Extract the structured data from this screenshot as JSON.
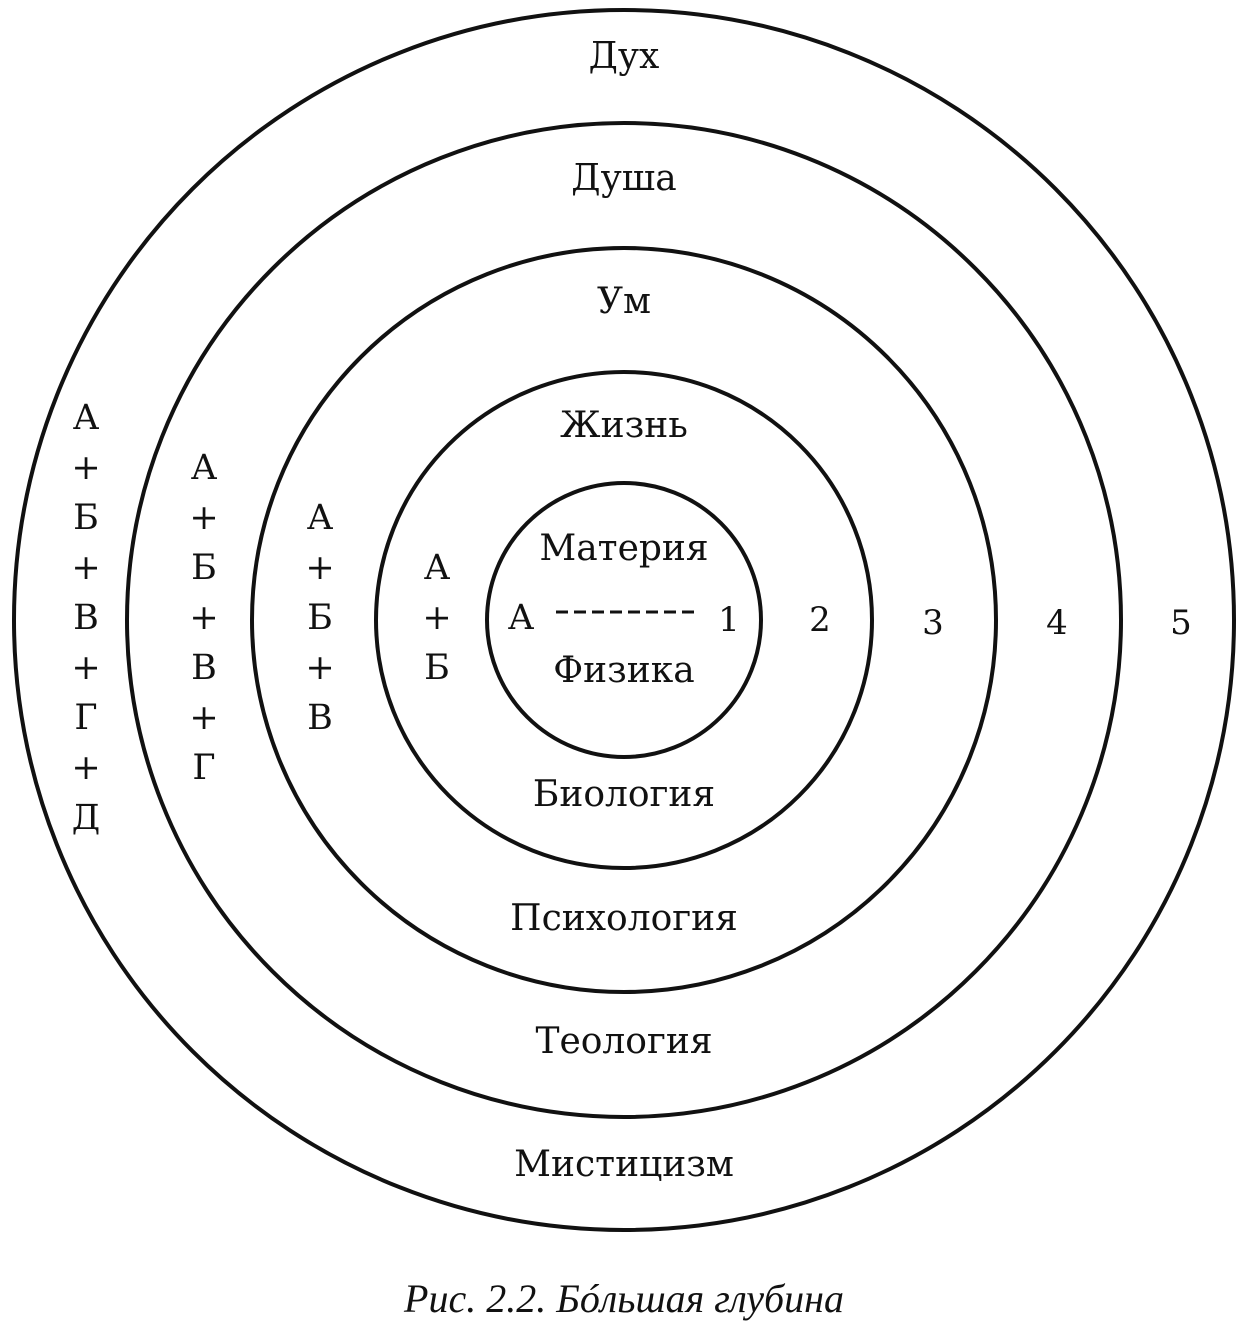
{
  "diagram": {
    "rings": [
      {
        "level": "1",
        "top_label": "Материя",
        "bottom_label": "Физика",
        "letters": [
          "А"
        ]
      },
      {
        "level": "2",
        "top_label": "Жизнь",
        "bottom_label": "Биология",
        "letters": [
          "А",
          "+",
          "Б"
        ]
      },
      {
        "level": "3",
        "top_label": "Ум",
        "bottom_label": "Психология",
        "letters": [
          "А",
          "+",
          "Б",
          "+",
          "В"
        ]
      },
      {
        "level": "4",
        "top_label": "Душа",
        "bottom_label": "Теология",
        "letters": [
          "А",
          "+",
          "Б",
          "+",
          "В",
          "+",
          "Г"
        ]
      },
      {
        "level": "5",
        "top_label": "Дух",
        "bottom_label": "Мистицизм",
        "letters": [
          "А",
          "+",
          "Б",
          "+",
          "В",
          "+",
          "Г",
          "+",
          "Д"
        ]
      }
    ],
    "colors": {
      "line": "#111111",
      "background": "#ffffff"
    }
  },
  "caption": "Рис. 2.2. Бóльшая глубина"
}
